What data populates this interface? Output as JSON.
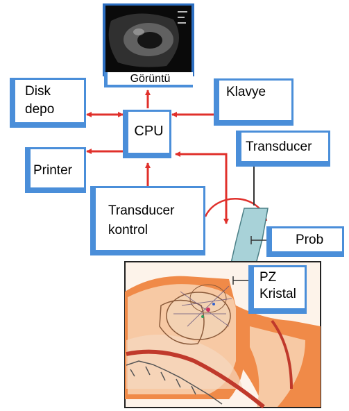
{
  "labels": {
    "monitor": "Görüntü",
    "disk_line1": "Disk",
    "disk_line2": "depo",
    "keyboard": "Klavye",
    "cpu": "CPU",
    "transducer": "Transducer",
    "printer": "Printer",
    "control_line1": "Transducer",
    "control_line2": "kontrol",
    "probe": "Prob",
    "crystal_line1": "PZ",
    "crystal_line2": "Kristal"
  },
  "colors": {
    "box_border": "#4a8ed9",
    "arrow": "#e0302b",
    "probe": "#a8d2d8"
  }
}
